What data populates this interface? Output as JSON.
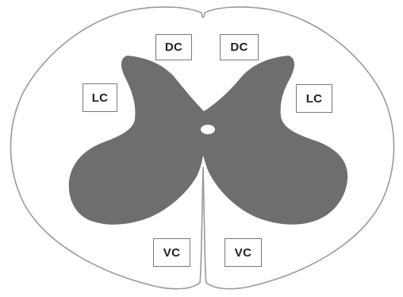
{
  "colors": {
    "outline": "#9a9a9a",
    "gray_matter": "#6e6e6e",
    "canal": "#ffffff",
    "box_border": "#7a7a7a",
    "text": "#222222"
  },
  "labels": {
    "dorsal_left": "DC",
    "dorsal_right": "DC",
    "lateral_left": "LC",
    "lateral_right": "LC",
    "ventral_left": "VC",
    "ventral_right": "VC"
  }
}
